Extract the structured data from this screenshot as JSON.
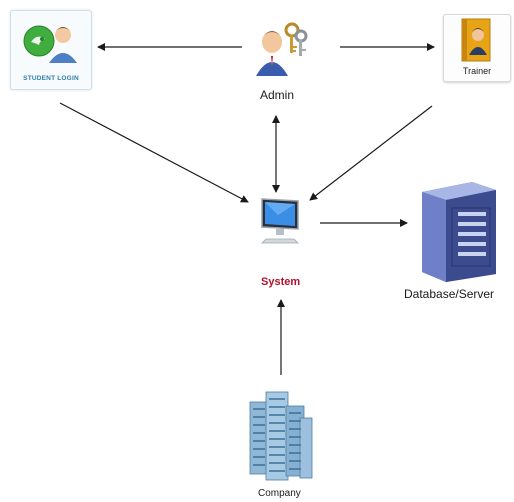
{
  "diagram": {
    "nodes": {
      "student_login": {
        "label": "STUDENT LOGIN",
        "icon": "student-login-icon"
      },
      "admin": {
        "label": "Admin",
        "icon": "admin-keys-icon"
      },
      "trainer": {
        "label": "Trainer",
        "icon": "trainer-book-icon"
      },
      "system": {
        "label": "System",
        "icon": "computer-monitor-icon"
      },
      "database": {
        "label": "Database/Server",
        "icon": "server-tower-icon"
      },
      "company": {
        "label": "Company",
        "icon": "office-buildings-icon"
      }
    },
    "edges": [
      {
        "from": "admin",
        "to": "student_login"
      },
      {
        "from": "admin",
        "to": "trainer"
      },
      {
        "from": "admin",
        "to": "system",
        "bidirectional": true
      },
      {
        "from": "student_login",
        "to": "system"
      },
      {
        "from": "trainer",
        "to": "system"
      },
      {
        "from": "system",
        "to": "database"
      },
      {
        "from": "company",
        "to": "system"
      }
    ],
    "colors": {
      "arrow": "#1a1a1a",
      "system_label": "#b0122e",
      "student_caption": "#2f7fa8",
      "server_blue": "#5a6fb8"
    }
  }
}
